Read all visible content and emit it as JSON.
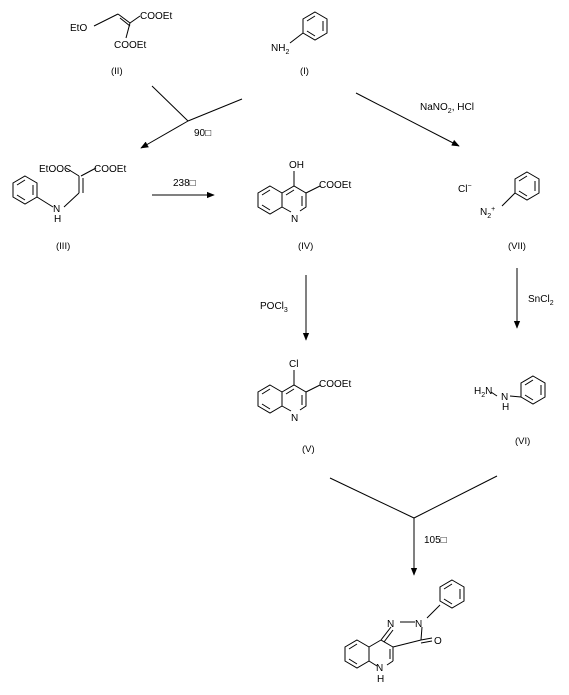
{
  "compounds": {
    "I": {
      "id": "(I)",
      "nh2": "NH",
      "nh2_sub": "2"
    },
    "II": {
      "id": "(II)",
      "eto": "EtO",
      "cooet1": "COOEt",
      "cooet2": "COOEt"
    },
    "III": {
      "id": "(III)",
      "etooc": "EtOOC",
      "cooet": "COOEt",
      "nh": "N",
      "h": "H"
    },
    "IV": {
      "id": "(IV)",
      "oh": "OH",
      "cooet": "COOEt",
      "n": "N"
    },
    "V": {
      "id": "(V)",
      "cl": "Cl",
      "cooet": "COOEt",
      "n": "N"
    },
    "VI": {
      "id": "(VI)",
      "h2n": "H",
      "h2n_sub": "2",
      "n": "N",
      "nh": "N",
      "h": "H"
    },
    "VII": {
      "id": "(VII)",
      "cl": "Cl",
      "cl_charge": "−",
      "n2": "N",
      "n2_sub": "2",
      "n2_charge": "+"
    },
    "VIII": {
      "n1": "N",
      "n2": "N",
      "o": "O",
      "nh": "N",
      "h": "H"
    }
  },
  "conditions": {
    "step1": "90□",
    "step2": "238□",
    "step3_a": "NaNO",
    "step3_sub": "2",
    "step3_b": ", HCl",
    "step4_a": "POCl",
    "step4_sub": "3",
    "step5_a": "SnCl",
    "step5_sub": "2",
    "step6": "105□"
  }
}
